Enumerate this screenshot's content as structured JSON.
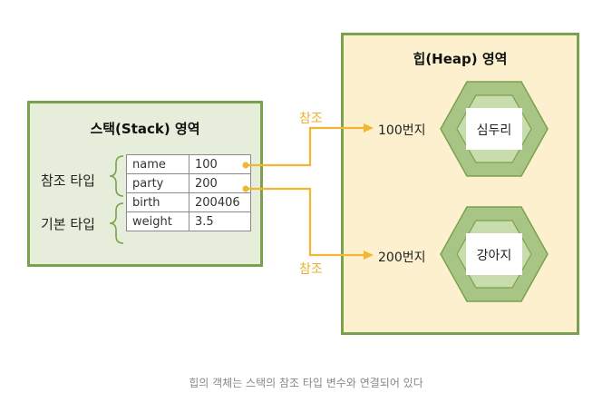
{
  "stack": {
    "title": "스택(Stack) 영역",
    "group_reference": "참조 타입",
    "group_primitive": "기본 타입",
    "rows": [
      {
        "name": "name",
        "value": "100"
      },
      {
        "name": "party",
        "value": "200"
      },
      {
        "name": "birth",
        "value": "200406"
      },
      {
        "name": "weight",
        "value": "3.5"
      }
    ]
  },
  "heap": {
    "title": "힙(Heap) 영역",
    "objects": [
      {
        "address": "100번지",
        "label": "심두리"
      },
      {
        "address": "200번지",
        "label": "강아지"
      }
    ]
  },
  "arrows": {
    "label_top": "참조",
    "label_bottom": "참조"
  },
  "caption": "힙의 객체는 스택의 참조 타입 변수와 연결되어 있다",
  "colors": {
    "stack_fill": "#e6eedb",
    "heap_fill": "#fcf0cf",
    "border_green": "#7aa14c",
    "arrow_yellow": "#f2b632",
    "hex_outer": "#a9c585",
    "hex_inner": "#c9dcad"
  }
}
